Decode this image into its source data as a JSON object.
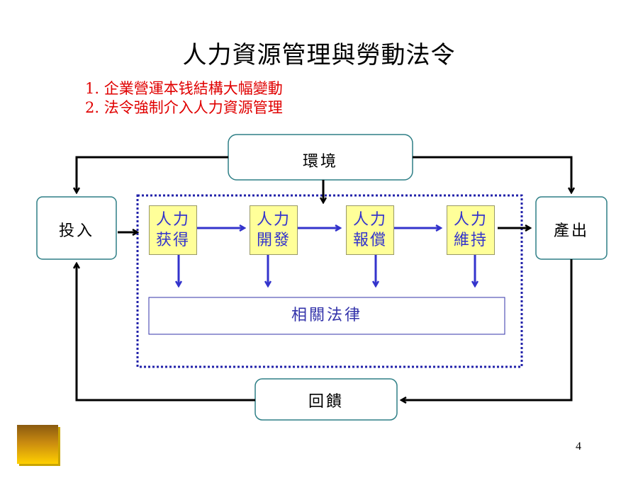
{
  "title": "人力資源管理與勞動法令",
  "points": [
    "1. 企業營運本钱結構大幅變動",
    "2. 法令強制介入人力資源管理"
  ],
  "diagram": {
    "environment": "環境",
    "input": "投入",
    "output": "產出",
    "feedback": "回饋",
    "hr_functions": [
      {
        "line1": "人力",
        "line2": "获得"
      },
      {
        "line1": "人力",
        "line2": "開發"
      },
      {
        "line1": "人力",
        "line2": "報償"
      },
      {
        "line1": "人力",
        "line2": "維持"
      }
    ],
    "law": "相關法律"
  },
  "page_number": "4",
  "colors": {
    "title": "#000000",
    "points": "#e00000",
    "box_border": "#2e7f86",
    "hr_fill": "#ffff99",
    "hr_text": "#3333cc",
    "arrow_blue": "#3333cc",
    "dotted_border": "#2222aa"
  }
}
